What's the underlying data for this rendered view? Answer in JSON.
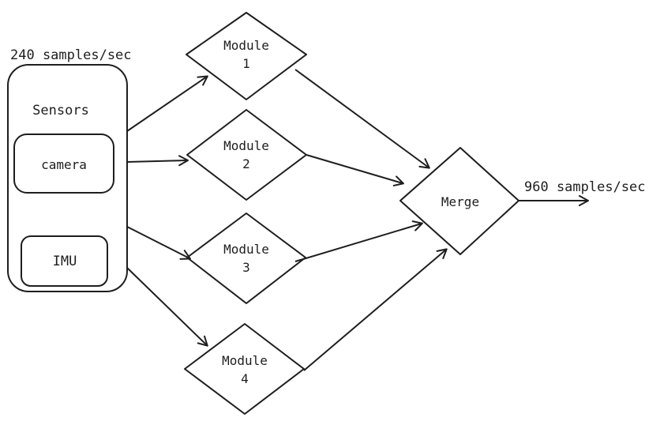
{
  "diagram": {
    "input_rate": "240 samples/sec",
    "output_rate": "960 samples/sec",
    "sensors": {
      "title": "Sensors",
      "items": [
        "camera",
        "IMU"
      ]
    },
    "modules": [
      {
        "line1": "Module",
        "line2": "1"
      },
      {
        "line1": "Module",
        "line2": "2"
      },
      {
        "line1": "Module",
        "line2": "3"
      },
      {
        "line1": "Module",
        "line2": "4"
      }
    ],
    "merge": "Merge"
  }
}
